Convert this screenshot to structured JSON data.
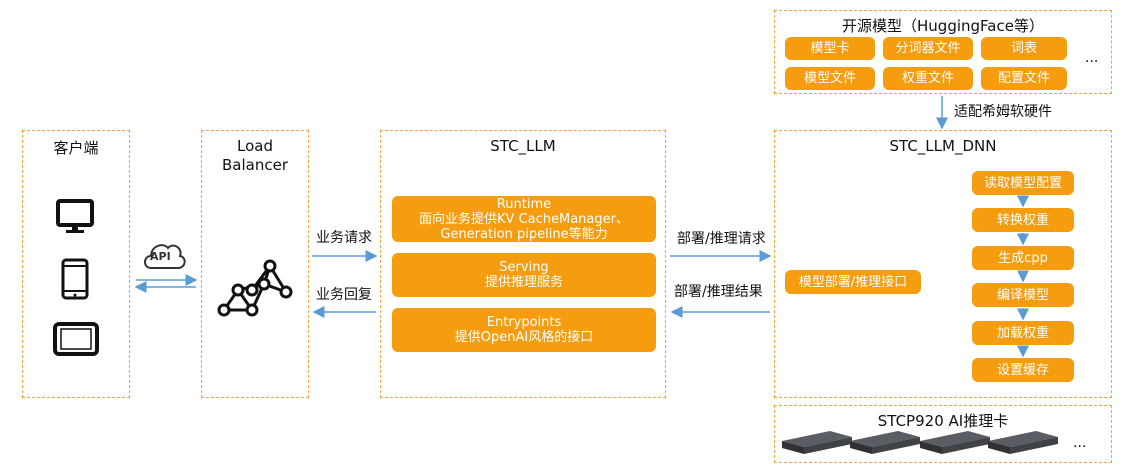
{
  "client": {
    "title": "客户端"
  },
  "load_balancer": {
    "title_line1": "Load",
    "title_line2": "Balancer"
  },
  "api_badge": "API",
  "stc_llm": {
    "title": "STC_LLM",
    "runtime": {
      "title": "Runtime",
      "line1": "面向业务提供KV CacheManager、",
      "line2": "Generation pipeline等能力"
    },
    "serving": {
      "title": "Serving",
      "line1": "提供推理服务"
    },
    "entrypoints": {
      "title": "Entrypoints",
      "line1": "提供OpenAI风格的接口"
    }
  },
  "edges": {
    "request": "业务请求",
    "response": "业务回复",
    "deploy_request": "部署/推理请求",
    "deploy_result": "部署/推理结果",
    "adapt": "适配希姆软硬件"
  },
  "open_models": {
    "title": "开源模型（HuggingFace等）",
    "items": [
      "模型卡",
      "分词器文件",
      "词表",
      "模型文件",
      "权重文件",
      "配置文件"
    ],
    "ellipsis": "..."
  },
  "dnn": {
    "title": "STC_LLM_DNN",
    "interface": "模型部署/推理接口",
    "steps": [
      "读取模型配置",
      "转换权重",
      "生成cpp",
      "编译模型",
      "加载权重",
      "设置缓存"
    ]
  },
  "hardware": {
    "title": "STCP920 AI推理卡",
    "ellipsis": "..."
  },
  "colors": {
    "accent": "#f59c0f",
    "dashed_border": "#f5a33a",
    "arrow": "#5b9bd5"
  }
}
